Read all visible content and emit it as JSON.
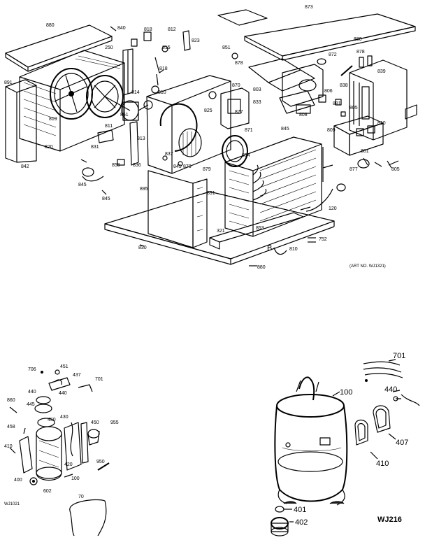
{
  "reference_note": "(ART NO. WJ1321)",
  "figure_code": "WJ216",
  "small_code": "WJ1021",
  "callout_b": "B",
  "top_callouts": [
    "880",
    "840",
    "818",
    "250",
    "812",
    "823",
    "815",
    "818",
    "891",
    "819",
    "820",
    "842",
    "814",
    "810",
    "861",
    "811",
    "813",
    "831",
    "853",
    "836",
    "837",
    "878",
    "879",
    "854",
    "851",
    "878",
    "870",
    "803",
    "833",
    "877",
    "825",
    "871",
    "873",
    "880",
    "872",
    "878",
    "839",
    "806",
    "838",
    "881",
    "808",
    "805",
    "810",
    "809",
    "120",
    "877",
    "805",
    "321",
    "895",
    "830",
    "891",
    "752",
    "853",
    "810",
    "880",
    "845",
    "845",
    "845",
    "845",
    "801"
  ],
  "bottom_left_callouts": [
    "706",
    "451",
    "437",
    "440",
    "440",
    "445",
    "860",
    "701",
    "430",
    "450",
    "458",
    "955",
    "410",
    "450",
    "100",
    "420",
    "400",
    "602",
    "950",
    "70"
  ],
  "compressor_callouts": [
    "701",
    "440",
    "100",
    "410",
    "407",
    "401",
    "402"
  ]
}
